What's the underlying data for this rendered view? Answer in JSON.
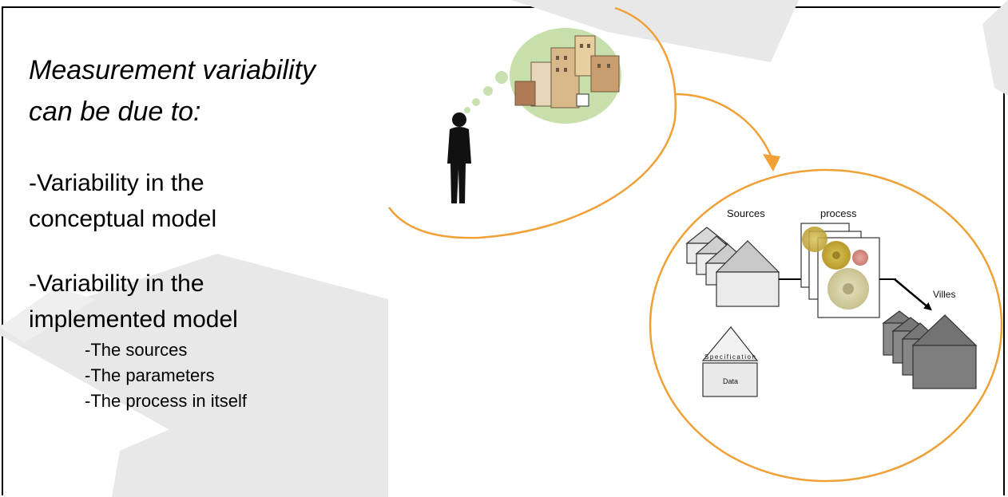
{
  "slide": {
    "heading_line1": "Measurement variability",
    "heading_line2": "can be due to:",
    "bullet1_line1": "-Variability in the",
    "bullet1_line2": "conceptual model",
    "bullet2_line1": "-Variability in the",
    "bullet2_line2": "implemented model",
    "sub_items": [
      "-The sources",
      "-The parameters",
      "-The process in itself"
    ]
  },
  "diagram": {
    "label_sources": "Sources",
    "label_process": "process",
    "label_villes": "Villes",
    "label_specification": "Specification",
    "label_data": "Data",
    "accent_color": "#F0A035"
  }
}
